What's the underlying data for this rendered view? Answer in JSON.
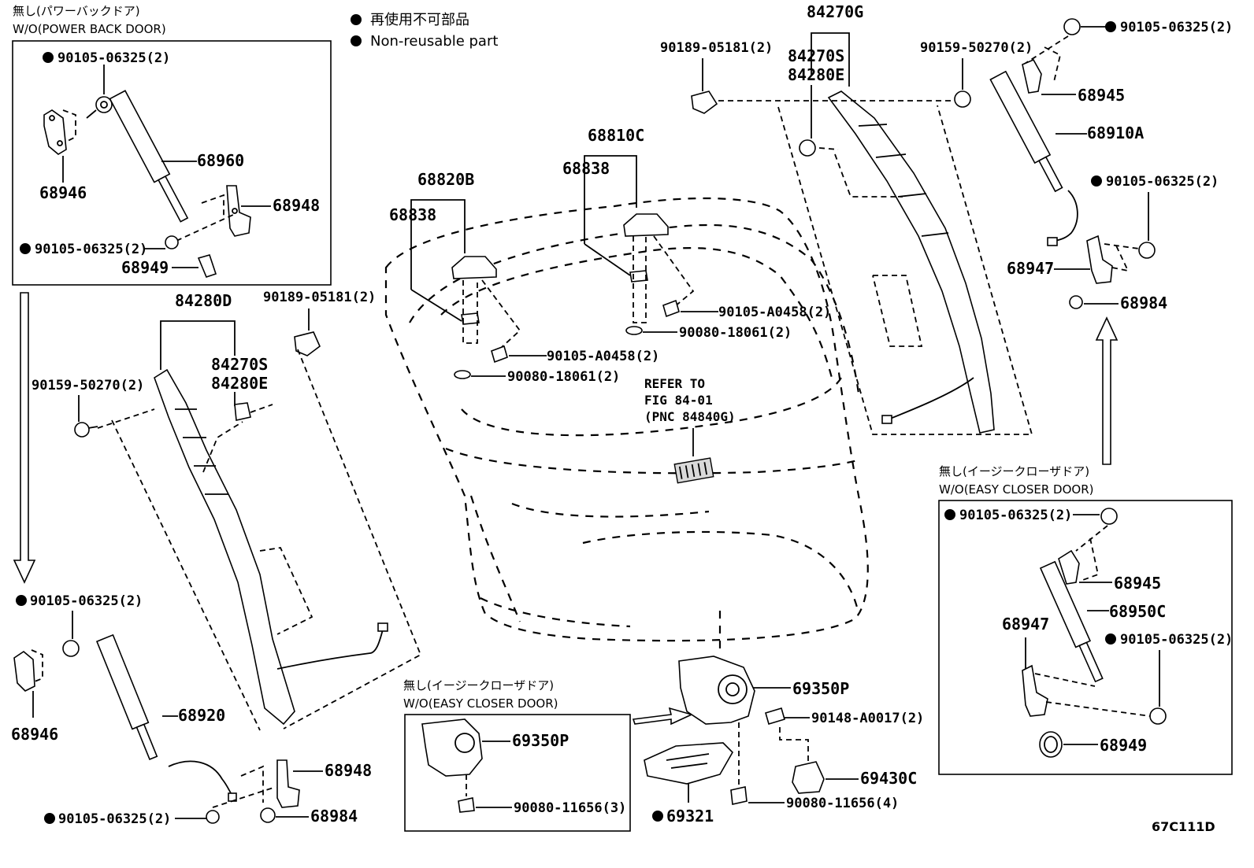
{
  "legend": {
    "jp": "再使用不可部品",
    "en": "Non-reusable part"
  },
  "diagram_code": "67C111D",
  "refer": {
    "line1": "REFER TO",
    "line2": "FIG 84-01",
    "line3": "(PNC 84840G)"
  },
  "boxes": {
    "power_back": {
      "jp": "無し(パワーバックドア)",
      "en": "W/O(POWER BACK DOOR)"
    },
    "easy_closer_right": {
      "jp": "無し(イージークローザドア)",
      "en": "W/O(EASY CLOSER DOOR)"
    },
    "easy_closer_bottom": {
      "jp": "無し(イージークローザドア)",
      "en": "W/O(EASY CLOSER DOOR)"
    }
  },
  "labels": {
    "p90105_06325_tl1": "90105-06325(2)",
    "p68946_tl": "68946",
    "p68960": "68960",
    "p68948_tl": "68948",
    "p90105_06325_tl2": "90105-06325(2)",
    "p68949_tl": "68949",
    "p84280D": "84280D",
    "p90189_05181_l": "90189-05181(2)",
    "p84270S_l": "84270S",
    "p84280E_l": "84280E",
    "p90159_50270_l": "90159-50270(2)",
    "p90105_06325_bl1": "90105-06325(2)",
    "p68946_bl": "68946",
    "p68920": "68920",
    "p68948_bl": "68948",
    "p90105_06325_bl2": "90105-06325(2)",
    "p68984_bl": "68984",
    "p68820B": "68820B",
    "p68838_l": "68838",
    "p68810C": "68810C",
    "p68838_r": "68838",
    "p90105_A0458_l": "90105-A0458(2)",
    "p90080_18061_l": "90080-18061(2)",
    "p90105_A0458_r": "90105-A0458(2)",
    "p90080_18061_r": "90080-18061(2)",
    "p84270G": "84270G",
    "p84270S_r": "84270S",
    "p84280E_r": "84280E",
    "p90189_05181_r": "90189-05181(2)",
    "p90159_50270_r": "90159-50270(2)",
    "p90105_06325_tr1": "90105-06325(2)",
    "p68945_tr": "68945",
    "p68910A": "68910A",
    "p90105_06325_tr2": "90105-06325(2)",
    "p68947_tr": "68947",
    "p68984_tr": "68984",
    "p90105_06325_br1": "90105-06325(2)",
    "p68945_br": "68945",
    "p68950C": "68950C",
    "p68947_br": "68947",
    "p90105_06325_br2": "90105-06325(2)",
    "p68949_br": "68949",
    "p69350P_box": "69350P",
    "p90080_11656_3": "90080-11656(3)",
    "p69350P": "69350P",
    "p90148_A0017": "90148-A0017(2)",
    "p69430C": "69430C",
    "p90080_11656_4": "90080-11656(4)",
    "p69321": "69321"
  }
}
